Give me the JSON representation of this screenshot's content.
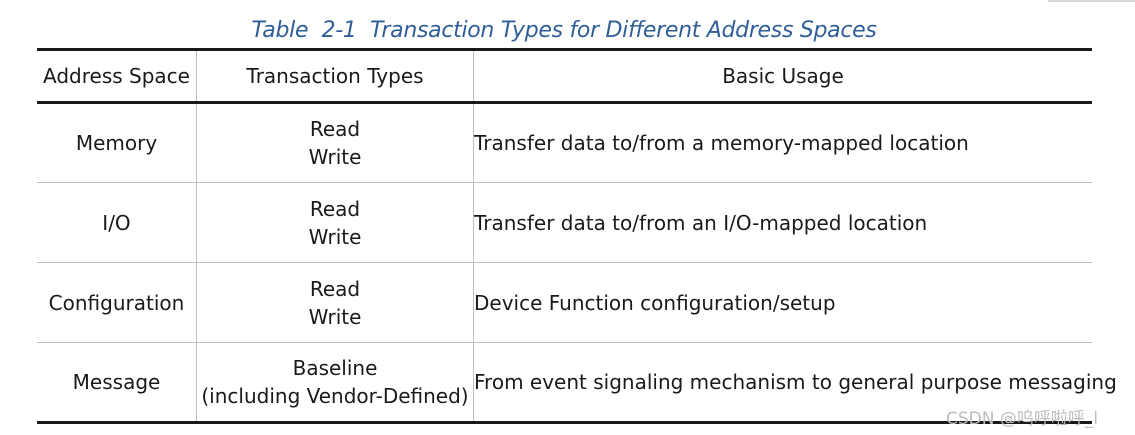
{
  "caption": "Table  2-1  Transaction Types for Different Address Spaces",
  "table": {
    "headers": [
      "Address Space",
      "Transaction Types",
      "Basic Usage"
    ],
    "rows": [
      {
        "space": "Memory",
        "types": [
          "Read",
          "Write"
        ],
        "usage": "Transfer data to/from a memory-mapped location"
      },
      {
        "space": "I/O",
        "types": [
          "Read",
          "Write"
        ],
        "usage": "Transfer data to/from an I/O-mapped location"
      },
      {
        "space": "Configuration",
        "types": [
          "Read",
          "Write"
        ],
        "usage": "Device Function configuration/setup"
      },
      {
        "space": "Message",
        "types": [
          "Baseline",
          "(including Vendor-Defined)"
        ],
        "usage": "From event signaling mechanism to general purpose messaging"
      }
    ]
  },
  "watermark": "CSDN @呜呼啦呼_l",
  "colors": {
    "caption": "#2f5e97",
    "rule": "#1a1a1a",
    "grid": "#c0c0c0",
    "watermark": "#bdbdbd"
  }
}
